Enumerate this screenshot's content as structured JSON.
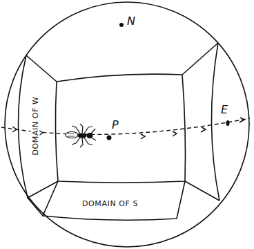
{
  "diagram": {
    "nodes": [
      {
        "text": [
          "DOMAIN OF W"
        ]
      },
      {
        "text": [
          "DOMAIN OF S"
        ]
      }
    ],
    "labels": [
      "N",
      "P",
      "E"
    ]
  }
}
